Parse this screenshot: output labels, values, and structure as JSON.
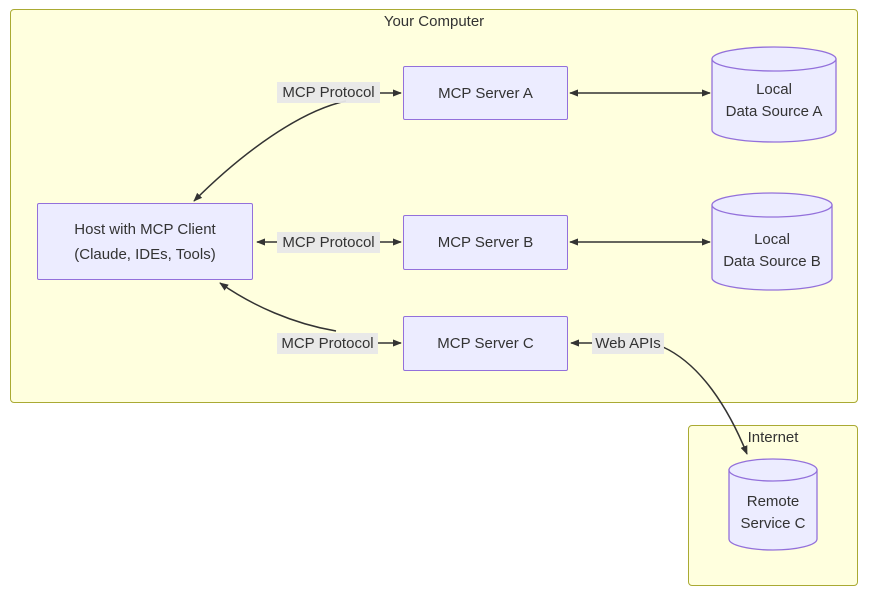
{
  "groups": {
    "your_computer": {
      "title": "Your Computer"
    },
    "internet": {
      "title": "Internet"
    }
  },
  "nodes": {
    "host": {
      "line1": "Host with MCP Client",
      "line2": "(Claude, IDEs, Tools)"
    },
    "server_a": {
      "label": "MCP Server A"
    },
    "server_b": {
      "label": "MCP Server B"
    },
    "server_c": {
      "label": "MCP Server C"
    },
    "data_source_a": {
      "line1": "Local",
      "line2": "Data Source A"
    },
    "data_source_b": {
      "line1": "Local",
      "line2": "Data Source B"
    },
    "remote_service_c": {
      "line1": "Remote",
      "line2": "Service C"
    }
  },
  "edge_labels": {
    "protocol_a": "MCP Protocol",
    "protocol_b": "MCP Protocol",
    "protocol_c": "MCP Protocol",
    "web_apis": "Web APIs"
  },
  "palette": {
    "node_fill": "#ECECFF",
    "node_border": "#9370DB",
    "group_fill": "#ffffde",
    "group_border": "#aaaa33",
    "edge_color": "#333333",
    "edge_label_bg": "#e8e8e8",
    "text_color": "#333333"
  }
}
